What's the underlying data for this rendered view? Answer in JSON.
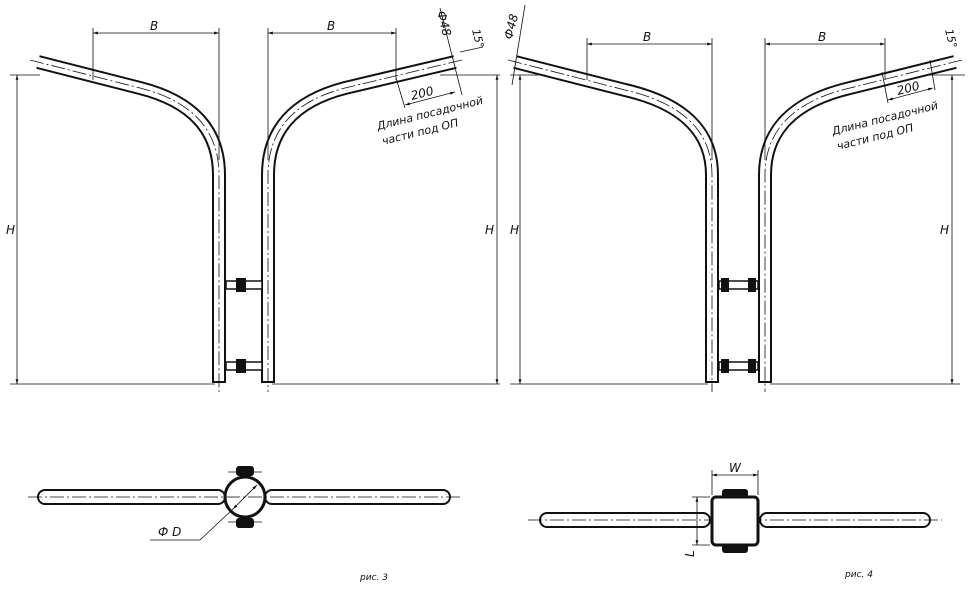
{
  "figure3": {
    "dim_b_left": "B",
    "dim_b_right": "B",
    "dim_h_left": "H",
    "dim_h_right": "H",
    "diameter_tube": "Ф48",
    "angle": "15°",
    "length_200": "200",
    "note_line1": "Длина посадочной",
    "note_line2": "части под ОП",
    "diameter_pole": "Ф D",
    "caption": "рис. 3"
  },
  "figure4": {
    "dim_b_left": "B",
    "dim_b_right": "B",
    "dim_h_left": "H",
    "dim_h_right": "H",
    "diameter_tube": "Ф48",
    "angle": "15°",
    "length_200": "200",
    "note_line1": "Длина посадочной",
    "note_line2": "части под ОП",
    "dim_w": "W",
    "dim_l": "L",
    "caption": "рис. 4"
  }
}
